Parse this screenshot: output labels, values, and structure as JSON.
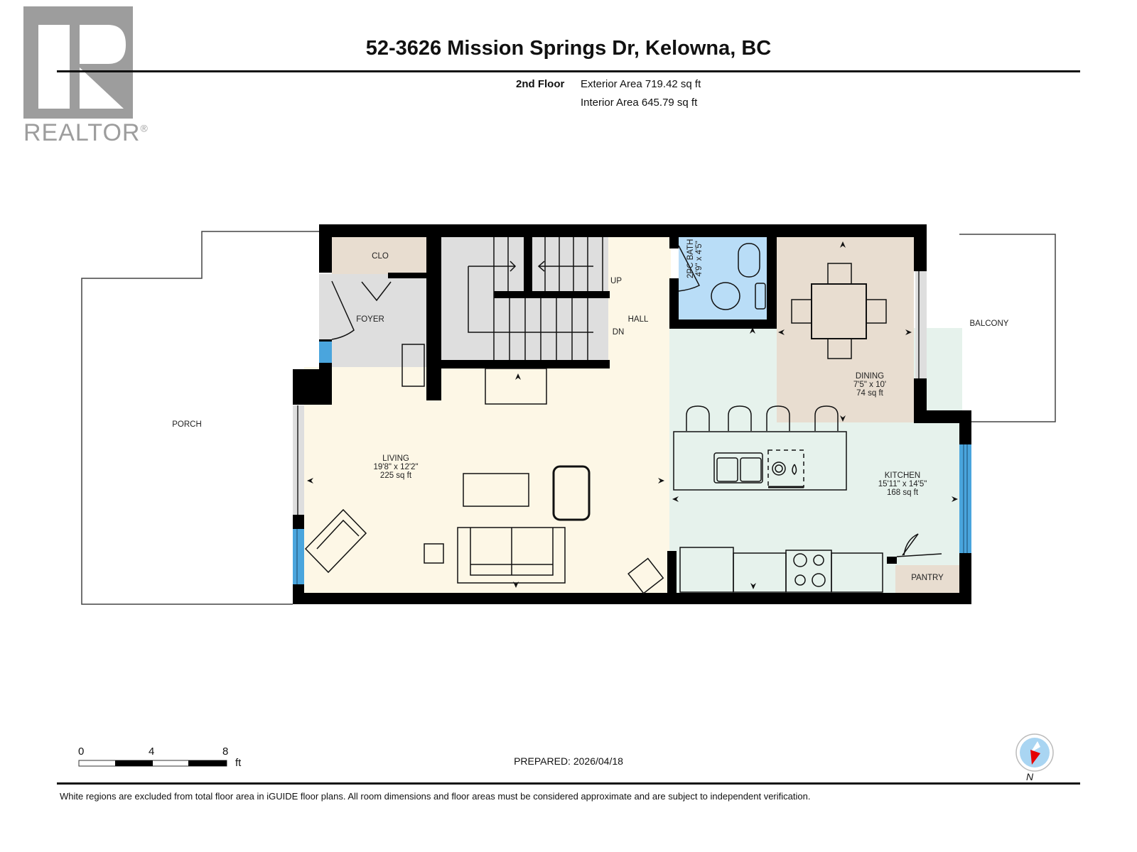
{
  "header": {
    "logo_text": "REALTOR",
    "logo_mark": "®",
    "title": "52-3626 Mission Springs Dr, Kelowna, BC",
    "floor": "2nd Floor",
    "exterior_area": "Exterior Area 719.42 sq ft",
    "interior_area": "Interior Area 645.79 sq ft"
  },
  "colors": {
    "wall": "#000000",
    "living_hall": "#fdf7e6",
    "kitchen": "#e6f2ec",
    "dining": "#e8ddd0",
    "closet_pantry": "#e8ddd0",
    "foyer_stairs": "#dedede",
    "bath": "#b9ddf7",
    "window": "#4aa5dd",
    "compass_fill": "#a9d5f2",
    "compass_needle": "#e60000"
  },
  "rooms": {
    "porch": {
      "name": "PORCH"
    },
    "closet": {
      "name": "CLO"
    },
    "foyer": {
      "name": "FOYER"
    },
    "hall": {
      "name": "HALL"
    },
    "stairs_up": {
      "name": "UP"
    },
    "stairs_down": {
      "name": "DN"
    },
    "bath": {
      "name": "2PC BATH",
      "dims": "4'9\" x 4'5\""
    },
    "dining": {
      "name": "DINING",
      "dims": "7'5\" x 10'",
      "area": "74 sq ft"
    },
    "balcony": {
      "name": "BALCONY"
    },
    "living": {
      "name": "LIVING",
      "dims": "19'8\" x 12'2\"",
      "area": "225 sq ft"
    },
    "kitchen": {
      "name": "KITCHEN",
      "dims": "15'11\" x 14'5\"",
      "area": "168 sq ft"
    },
    "pantry": {
      "name": "PANTRY"
    }
  },
  "scale_bar": {
    "zero": "0",
    "mid": "4",
    "max": "8",
    "unit": "ft"
  },
  "footer": {
    "prepared": "PREPARED: 2026/04/18",
    "north_label": "N",
    "disclaimer": "White regions are excluded from total floor area in iGUIDE floor plans. All room dimensions and floor areas must be considered approximate and are subject to independent verification."
  }
}
